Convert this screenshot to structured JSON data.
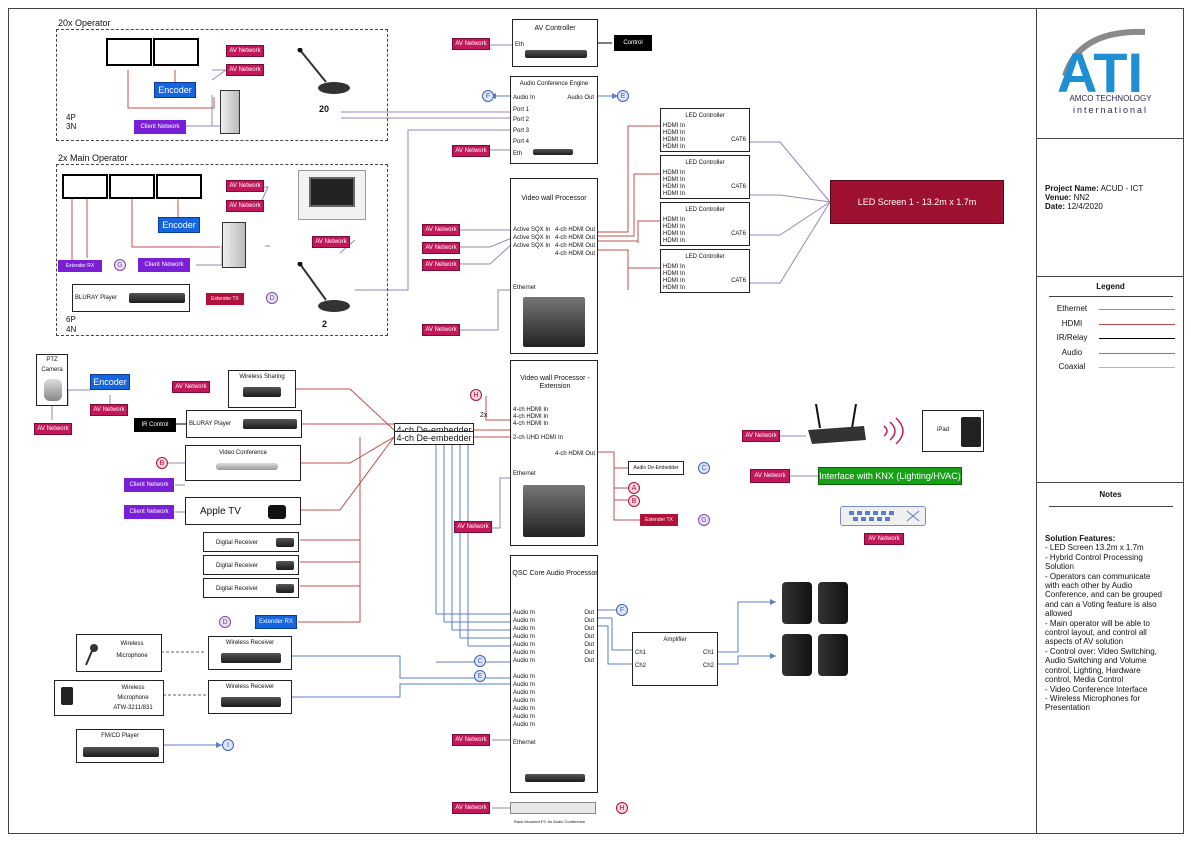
{
  "operators_20x": {
    "title": "20x Operator",
    "count_label": "20",
    "config": [
      "4P",
      "3N"
    ]
  },
  "operators_2x": {
    "title": "2x Main Operator",
    "count_label": "2",
    "config": [
      "6P",
      "4N"
    ]
  },
  "labels": {
    "av_network": "AV Network",
    "client_network": "Client Network",
    "encoder": "Encoder",
    "extender_tx": "Extender TX",
    "extender_rx": "Extender RX",
    "bluray": "BLURAY Player",
    "ir_control": "IR Control",
    "control": "Control",
    "eth": "Eth",
    "ethernet": "Ethernet",
    "de_embedder": "4-ch De-embedder",
    "x2": "2x",
    "wireless_sharing": "Wireless Sharing",
    "video_conference": "Video Conference",
    "apple_tv": "Apple TV",
    "digital_receiver": "Digital Receiver",
    "ptz": "PTZ",
    "camera": "Camera",
    "wireless_receiver": "Wireless Receiver",
    "wireless": "Wireless",
    "microphone": "Microphone",
    "model": "ATW-3211/831",
    "fmcd": "FM/CD Player",
    "ipad": "iPad",
    "knx": "Interface with KNX (Lighting/HVAC)",
    "rack_pc": "Rack Mounted PC for Audio Conference",
    "audio_deembedder": "Audio De-Embedder",
    "led_screen": "LED Screen 1 - 13.2m x 1.7m",
    "led_controller": "LED Controller",
    "hdmi_in": "HDMI In",
    "cat6": "CAT6"
  },
  "av_controller": {
    "title": "AV Controller"
  },
  "audio_engine": {
    "title": "Audio Conference Engine",
    "audio_in": "Audio In",
    "audio_out": "Audio Out",
    "ports": [
      "Port 1",
      "Port 2",
      "Port 3",
      "Port 4"
    ]
  },
  "video_wall": {
    "title": "Video wall Processor",
    "inputs": [
      "Active SQX In",
      "Active SQX In",
      "Active SQX In"
    ],
    "outputs": [
      "4-ch HDMI Out",
      "4-ch HDMI Out",
      "4-ch HDMI Out",
      "4-ch HDMI Out"
    ]
  },
  "video_wall_ext": {
    "title": "Video wall Processor - Extension",
    "inputs": [
      "4-ch HDMI In",
      "4-ch HDMI In",
      "4-ch HDMI In",
      "2-ch UHD HDMI In"
    ],
    "output": "4-ch HDMI Out"
  },
  "qsc": {
    "title": "QSC Core Audio Processor",
    "audio_in": "Audio In",
    "out": "Out"
  },
  "amplifier": {
    "title": "Amplifier",
    "ch1": "Ch1",
    "ch2": "Ch2"
  },
  "markers": {
    "A": "A",
    "B": "B",
    "C": "C",
    "D": "D",
    "E": "E",
    "F": "F",
    "G": "G",
    "H": "H",
    "I": "I"
  },
  "logo": {
    "brand": "ATI",
    "line1": "AMCO TECHNOLOGY",
    "line2": "international"
  },
  "project": {
    "name_label": "Project Name:",
    "name": "ACUD - ICT",
    "venue_label": "Venue:",
    "venue": "NN2",
    "date_label": "Date:",
    "date": "12/4/2020"
  },
  "legend": {
    "title": "Legend",
    "items": [
      {
        "label": "Ethernet",
        "color": "#9a86b8"
      },
      {
        "label": "HDMI",
        "color": "#c0504d"
      },
      {
        "label": "IR/Relay",
        "color": "#000000"
      },
      {
        "label": "Audio",
        "color": "#5b7fc6"
      },
      {
        "label": "Coaxial",
        "color": "#e0b060"
      }
    ]
  },
  "notes": {
    "title": "Notes",
    "lines": [
      "Solution Features:",
      "- LED Screen 13.2m x 1.7m",
      "- Hybrid Control Processing",
      "Solution",
      "- Operators can communicate",
      "with each other by Audio",
      "Conference, and can be grouped",
      "and can a Voting feature is also",
      "allowed",
      "- Main operator will be able to",
      "control layout, and control all",
      "aspects of AV solution",
      "- Control over: Video Switching,",
      "Audio Switching and Volume",
      "control, Lighting, Hardware",
      "control, Media Control",
      "- Video Conference Interface",
      "- Wireless Microphones for",
      "Presentation"
    ]
  }
}
